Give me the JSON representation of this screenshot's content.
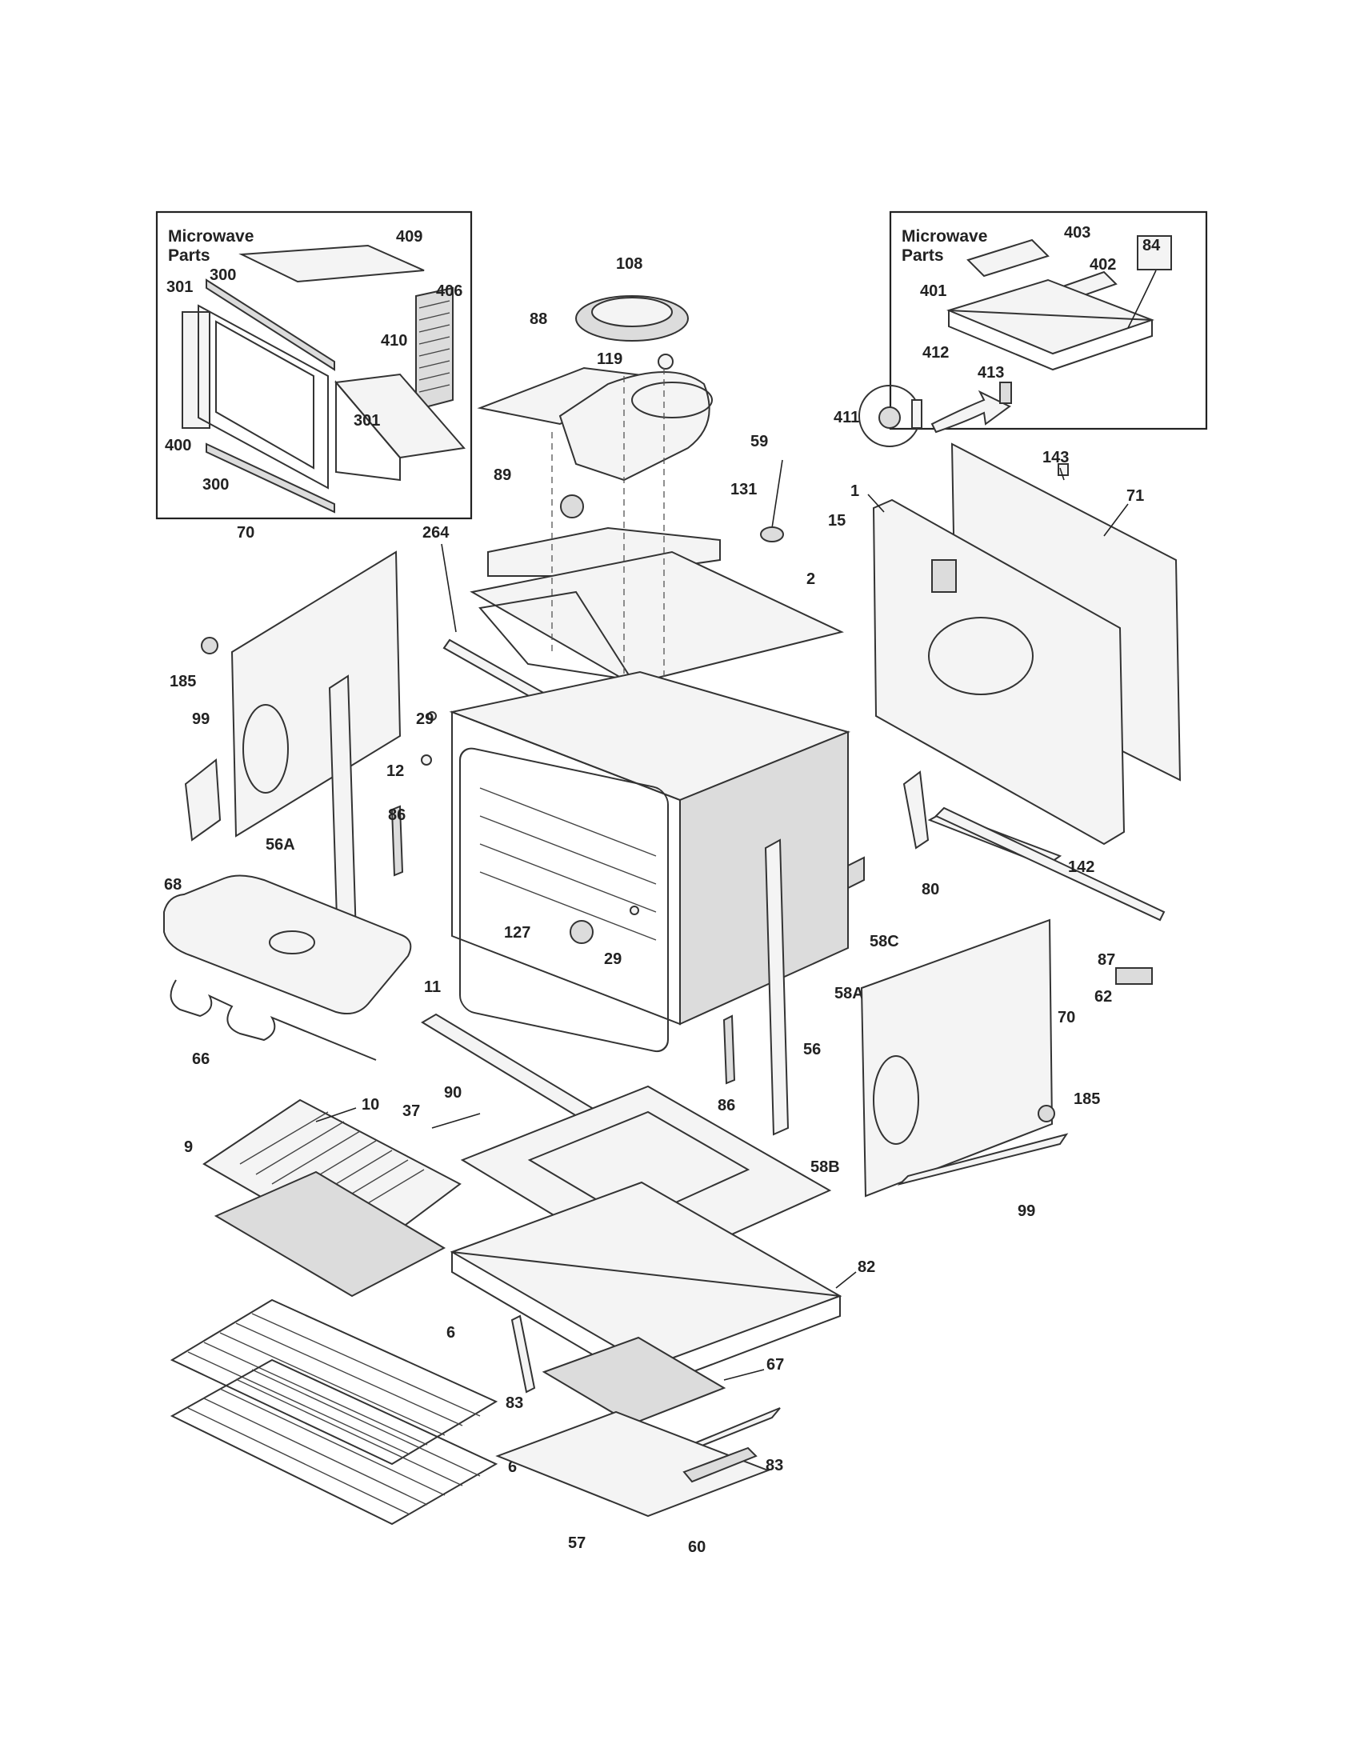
{
  "microwave_box_left": {
    "title_line1": "Microwave",
    "title_line2": "Parts"
  },
  "microwave_box_right": {
    "title_line1": "Microwave",
    "title_line2": "Parts"
  },
  "labels": {
    "l409": "409",
    "l300a": "300",
    "l301a": "301",
    "l406": "406",
    "l410": "410",
    "l400": "400",
    "l301b": "301",
    "l300b": "300",
    "l108": "108",
    "l88": "88",
    "l119": "119",
    "l59": "59",
    "l89": "89",
    "l131": "131",
    "l15": "15",
    "l2": "2",
    "l264": "264",
    "l403": "403",
    "l84": "84",
    "l402": "402",
    "l401": "401",
    "l412": "412",
    "l413": "413",
    "l411": "411",
    "l143": "143",
    "l1": "1",
    "l71": "71",
    "l70a": "70",
    "l185a": "185",
    "l99a": "99",
    "l29a": "29",
    "l12": "12",
    "l86a": "86",
    "l56A": "56A",
    "l68": "68",
    "l127": "127",
    "l29b": "29",
    "l11": "11",
    "l66": "66",
    "l142": "142",
    "l80": "80",
    "l58C": "58C",
    "l87": "87",
    "l58A": "58A",
    "l62": "62",
    "l70b": "70",
    "l56": "56",
    "l90": "90",
    "l86b": "86",
    "l185b": "185",
    "l10": "10",
    "l37": "37",
    "l9": "9",
    "l58B": "58B",
    "l99b": "99",
    "l82": "82",
    "l6a": "6",
    "l67": "67",
    "l83a": "83",
    "l83b": "83",
    "l6b": "6",
    "l57": "57",
    "l60": "60"
  },
  "colors": {
    "line": "#333333",
    "fill": "#f4f4f4",
    "shade": "#dcdcdc"
  }
}
